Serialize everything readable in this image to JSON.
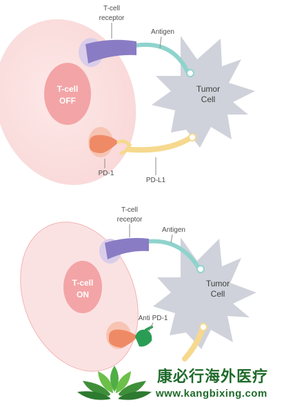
{
  "panel_off": {
    "tcell_receptor": [
      "T-cell",
      "receptor"
    ],
    "antigen": "Antigen",
    "tcell": [
      "T-cell",
      "OFF"
    ],
    "tumor": [
      "Tumor",
      "Cell"
    ],
    "pd1": "PD-1",
    "pdl1": "PD-L1"
  },
  "panel_on": {
    "tcell_receptor": [
      "T-cell",
      "receptor"
    ],
    "antigen": "Antigen",
    "tcell": [
      "T-cell",
      "ON"
    ],
    "tumor": [
      "Tumor",
      "Cell"
    ],
    "anti_pd1": "Anti PD-1"
  },
  "watermark": {
    "chinese": "康必行海外医疗",
    "url": "www.kangbixing.com"
  },
  "colors": {
    "tcell_outer": "#fbe2e2",
    "tcell_nucleus": "#f3a4a6",
    "tumor": "#cfd2da",
    "receptor": "#8a7cc4",
    "antigen": "#8fd3cd",
    "pd1": "#ef8a66",
    "pdl1": "#f6d98e",
    "anti_pd1": "#2a9d55",
    "brand_green": "#1f6a2a"
  }
}
